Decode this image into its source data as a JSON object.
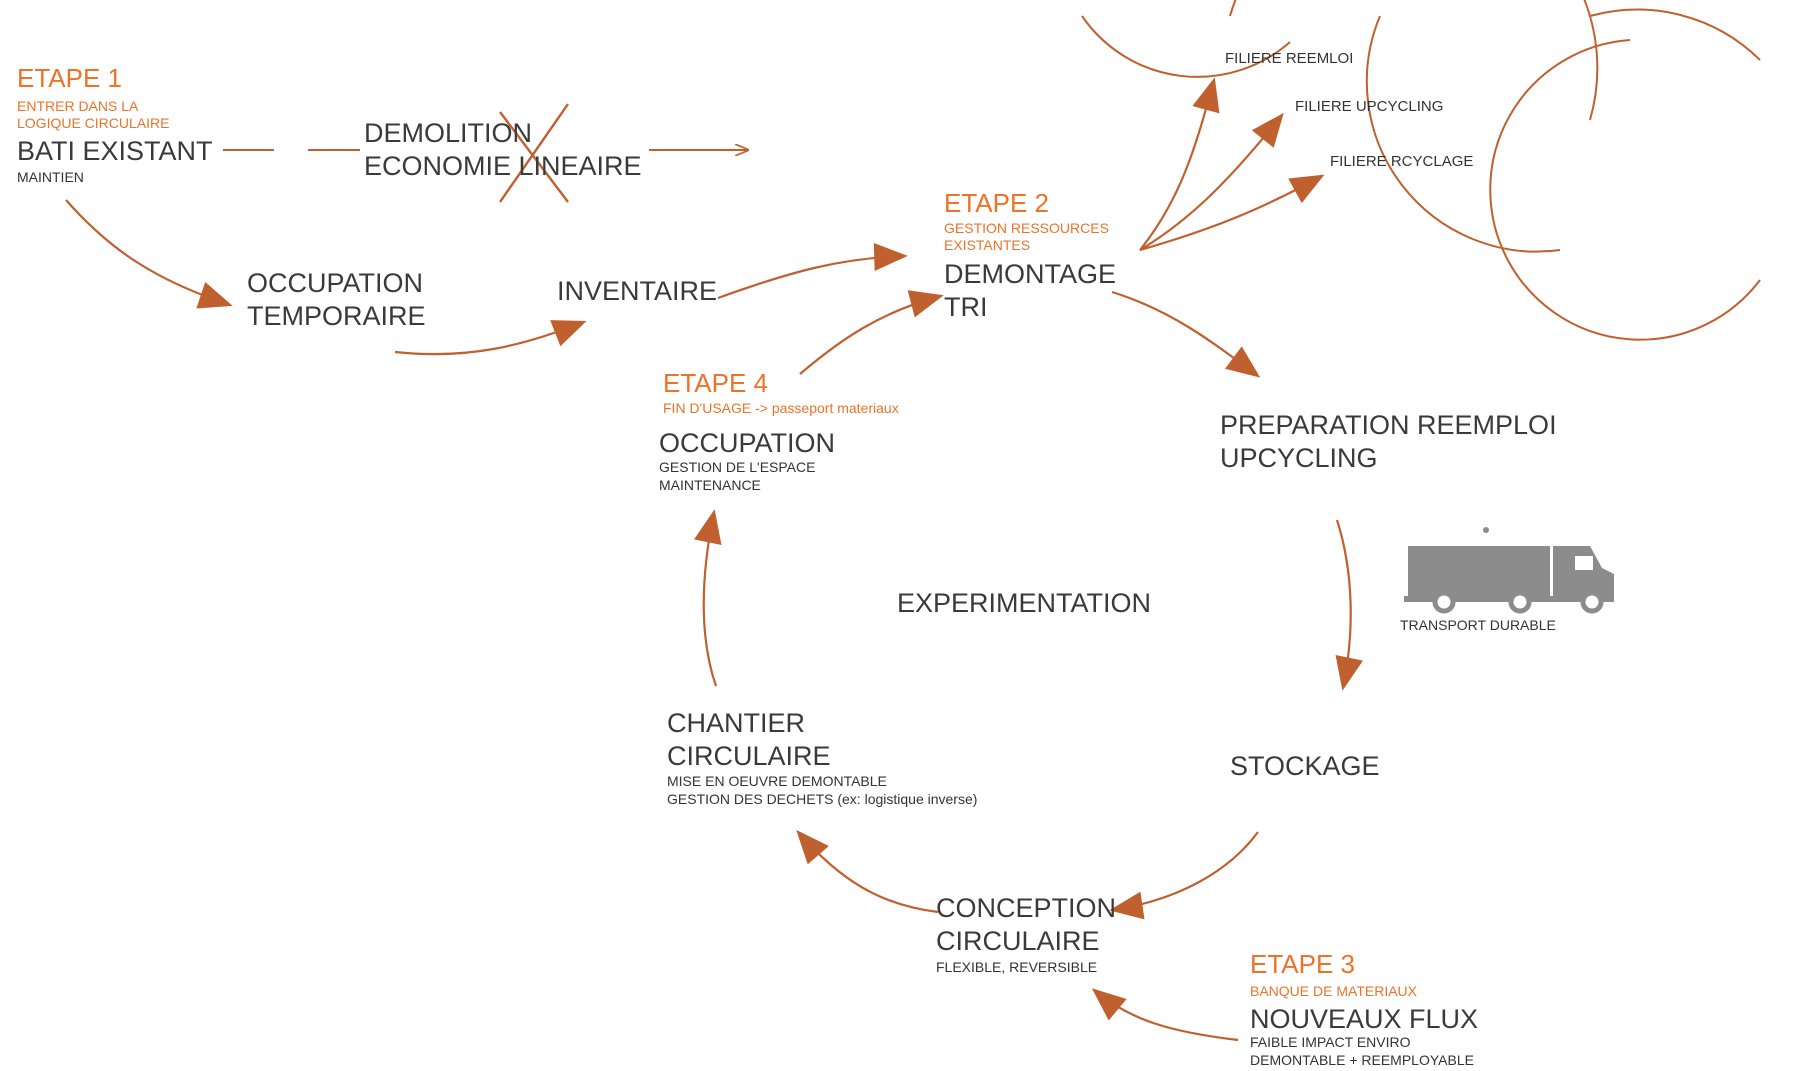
{
  "colors": {
    "accent": "#ee7328",
    "arrow": "#c0602e",
    "text": "#3a3a3a",
    "truck": "#8c8c8c"
  },
  "icons": {
    "truck": "truck-icon",
    "cross": "cross-mark-icon"
  },
  "etape1": {
    "title": "ETAPE 1",
    "sub1": "ENTRER DANS LA",
    "sub2": "LOGIQUE CIRCULAIRE",
    "main": "BATI EXISTANT",
    "detail": "MAINTIEN"
  },
  "demolition": {
    "line1": "DEMOLITION",
    "line2": "ECONOMIE LINEAIRE"
  },
  "occupation_temporaire": {
    "line1": "OCCUPATION",
    "line2": "TEMPORAIRE"
  },
  "inventaire": "INVENTAIRE",
  "etape2": {
    "title": "ETAPE 2",
    "sub1": "GESTION RESSOURCES",
    "sub2": "EXISTANTES",
    "main1": "DEMONTAGE",
    "main2": "TRI"
  },
  "filieres": {
    "reemploi": "FILIERE REEMLOI",
    "upcycling": "FILIERE UPCYCLING",
    "recyclage": "FILIERE RCYCLAGE"
  },
  "preparation": {
    "line1": "PREPARATION REEMPLOI",
    "line2": "UPCYCLING"
  },
  "transport": "TRANSPORT DURABLE",
  "stockage": "STOCKAGE",
  "etape4": {
    "title": "ETAPE 4",
    "sub": "FIN D'USAGE -> passeport materiaux",
    "main": "OCCUPATION",
    "detail1": "GESTION DE L'ESPACE",
    "detail2": "MAINTENANCE"
  },
  "experimentation": "EXPERIMENTATION",
  "chantier": {
    "line1": "CHANTIER",
    "line2": "CIRCULAIRE",
    "detail1": "MISE EN OEUVRE DEMONTABLE",
    "detail2": "GESTION DES DECHETS (ex: logistique inverse)"
  },
  "conception": {
    "line1": "CONCEPTION",
    "line2": "CIRCULAIRE",
    "detail": "FLEXIBLE, REVERSIBLE"
  },
  "etape3": {
    "title": "ETAPE 3",
    "sub": "BANQUE DE MATERIAUX",
    "main": "NOUVEAUX FLUX",
    "detail1": "FAIBLE IMPACT ENVIRO",
    "detail2": "DEMONTABLE + REEMPLOYABLE"
  }
}
